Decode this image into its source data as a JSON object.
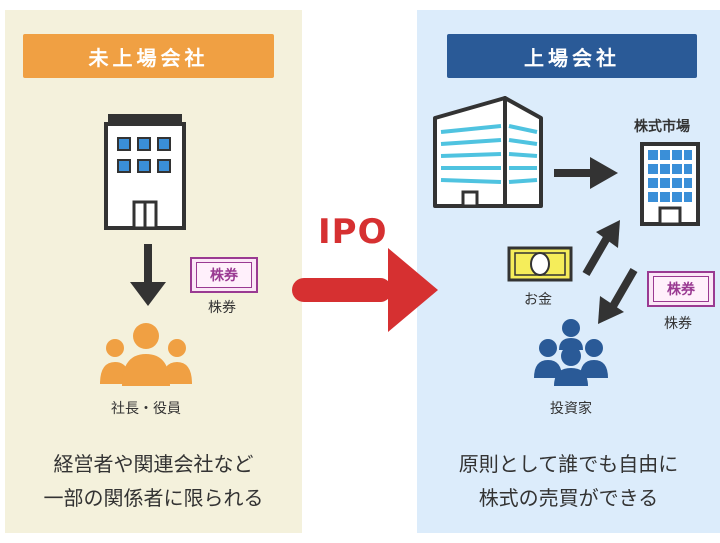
{
  "left": {
    "title": "未上場会社",
    "stock_ticket": "株券",
    "stock_label": "株券",
    "holders_label": "社長・役員",
    "description_line1": "経営者や関連会社など",
    "description_line2": "一部の関係者に限られる"
  },
  "center": {
    "arrow_label": "IPO"
  },
  "right": {
    "title": "上場会社",
    "market_label": "株式市場",
    "money_label": "お金",
    "stock_ticket": "株券",
    "stock_label": "株券",
    "investors_label": "投資家",
    "description_line1": "原則として誰でも自由に",
    "description_line2": "株式の売買ができる"
  },
  "colors": {
    "left_bg": "#f4f1dc",
    "right_bg": "#dcecfb",
    "left_banner": "#f0a043",
    "right_banner": "#2a5a97",
    "ipo_red": "#d63031",
    "investor_blue": "#2a5a97",
    "executive_orange": "#f0a043"
  }
}
